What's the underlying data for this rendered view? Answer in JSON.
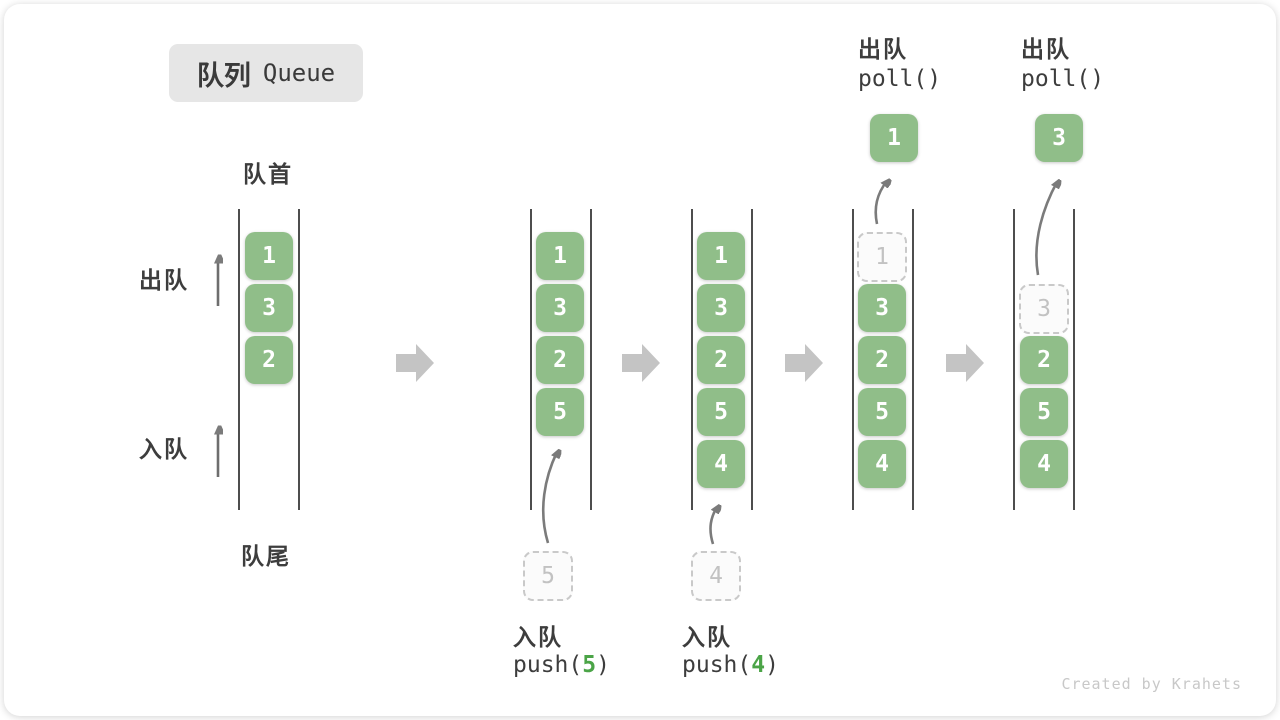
{
  "title": {
    "zh": "队列",
    "en": "Queue"
  },
  "labels": {
    "front": "队首",
    "rear": "队尾",
    "dequeue": "出队",
    "enqueue": "入队"
  },
  "states": [
    {
      "cells": [
        "1",
        "3",
        "2"
      ]
    },
    {
      "cells": [
        "1",
        "3",
        "2",
        "5"
      ]
    },
    {
      "cells": [
        "1",
        "3",
        "2",
        "5",
        "4"
      ]
    },
    {
      "dashed": "1",
      "cells": [
        "3",
        "2",
        "5",
        "4"
      ]
    },
    {
      "dashed": "3",
      "cells": [
        "2",
        "5",
        "4"
      ]
    }
  ],
  "pushes": [
    {
      "label": "入队",
      "code_pre": "push(",
      "arg": "5",
      "code_post": ")",
      "staged": "5"
    },
    {
      "label": "入队",
      "code_pre": "push(",
      "arg": "4",
      "code_post": ")",
      "staged": "4"
    }
  ],
  "polls": [
    {
      "label": "出队",
      "code": "poll()",
      "value": "1"
    },
    {
      "label": "出队",
      "code": "poll()",
      "value": "3"
    }
  ],
  "footer": {
    "credit": "Created by Krahets"
  },
  "colors": {
    "cell_green": "#90be89",
    "accent_green": "#4ba447",
    "channel_line": "#4d4d4d",
    "dashed_border": "#c9c9c9",
    "block_arrow": "#c4c4c4",
    "thin_arrow": "#7b7b7b"
  }
}
